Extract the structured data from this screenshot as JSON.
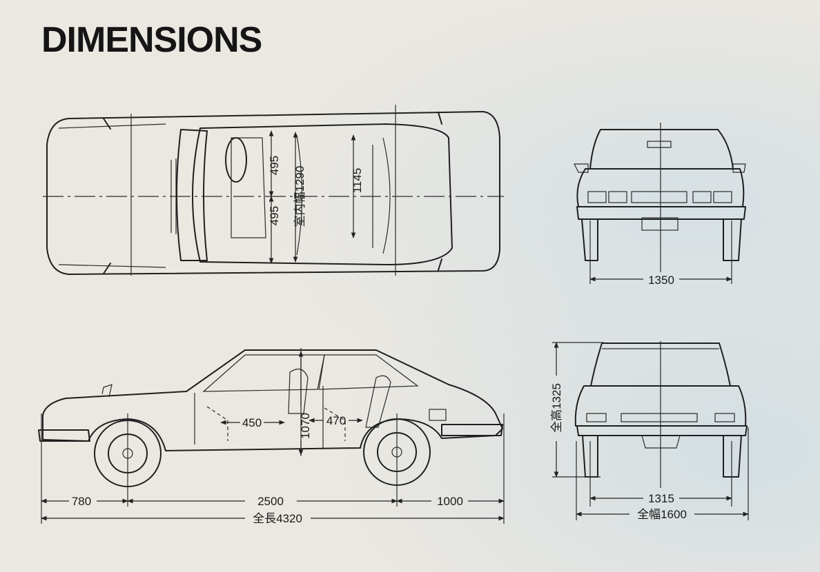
{
  "title": "DIMENSIONS",
  "dimensions": {
    "seat_top": "495",
    "seat_bottom": "495",
    "interior_width": "室内幅1290",
    "cabin_width": "1145",
    "front_track": "1350",
    "rear_track": "1315",
    "overall_width": "全幅1600",
    "overall_height": "全高1325",
    "front_overhang": "780",
    "wheelbase": "2500",
    "rear_overhang": "1000",
    "overall_length": "全長4320",
    "front_legroom": "450",
    "rear_legroom": "470",
    "interior_height": "1070"
  }
}
